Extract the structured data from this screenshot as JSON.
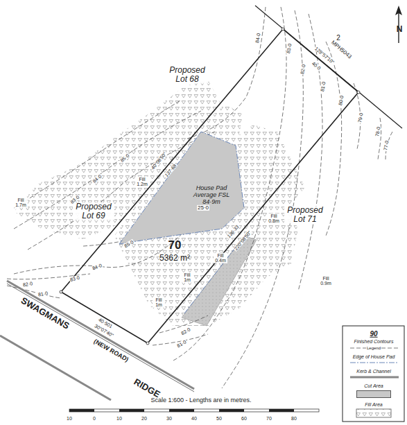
{
  "diagram": {
    "nodes": [
      {
        "text": [
          "70",
          "5362 m²"
        ]
      },
      {
        "text": [
          "House Pad Average FSL 84·9m"
        ],
        "in": 0
      }
    ],
    "labels": [
      "Proposed Lot 68",
      "Proposed Lot 69",
      "Proposed Lot 71",
      "Fill 1.2m",
      "Fill 1.7m",
      "Fill 0.8m",
      "Fill 0.4m",
      "Fill 1m",
      "Fill 1m",
      "Fill 0.9m",
      "84·0",
      "83·0",
      "82·0",
      "81·0",
      "80·0",
      "79·0",
      "78·0",
      "77·0",
      "85·0",
      "84·0",
      "83·0",
      "85·0",
      "84·0",
      "83·0",
      "82·0",
      "81·0",
      "82·0",
      "81·0",
      "2",
      "MPH5043",
      "129°57'10\"",
      "40·0",
      "40°08'50\"",
      "137·68",
      "136·33",
      "220°08'50\"",
      "40·501",
      "30°07'40\"",
      "SWAGMANS",
      "(NEW ROAD)",
      "RIDGE",
      "N",
      "Scale 1:600 - Lengths are in metres.",
      "10",
      "0",
      "10",
      "20",
      "30",
      "40",
      "50",
      "60",
      "70",
      "80",
      "90",
      "Legend",
      "25·0"
    ],
    "legend": [
      {
        "text": "Finished Contours"
      },
      {
        "text": "Edge of House Pad"
      },
      {
        "text": "Kerb & Channel"
      },
      {
        "text": "Cut Area",
        "color": "#c8c8c8"
      },
      {
        "text": "Fill Area"
      }
    ]
  }
}
